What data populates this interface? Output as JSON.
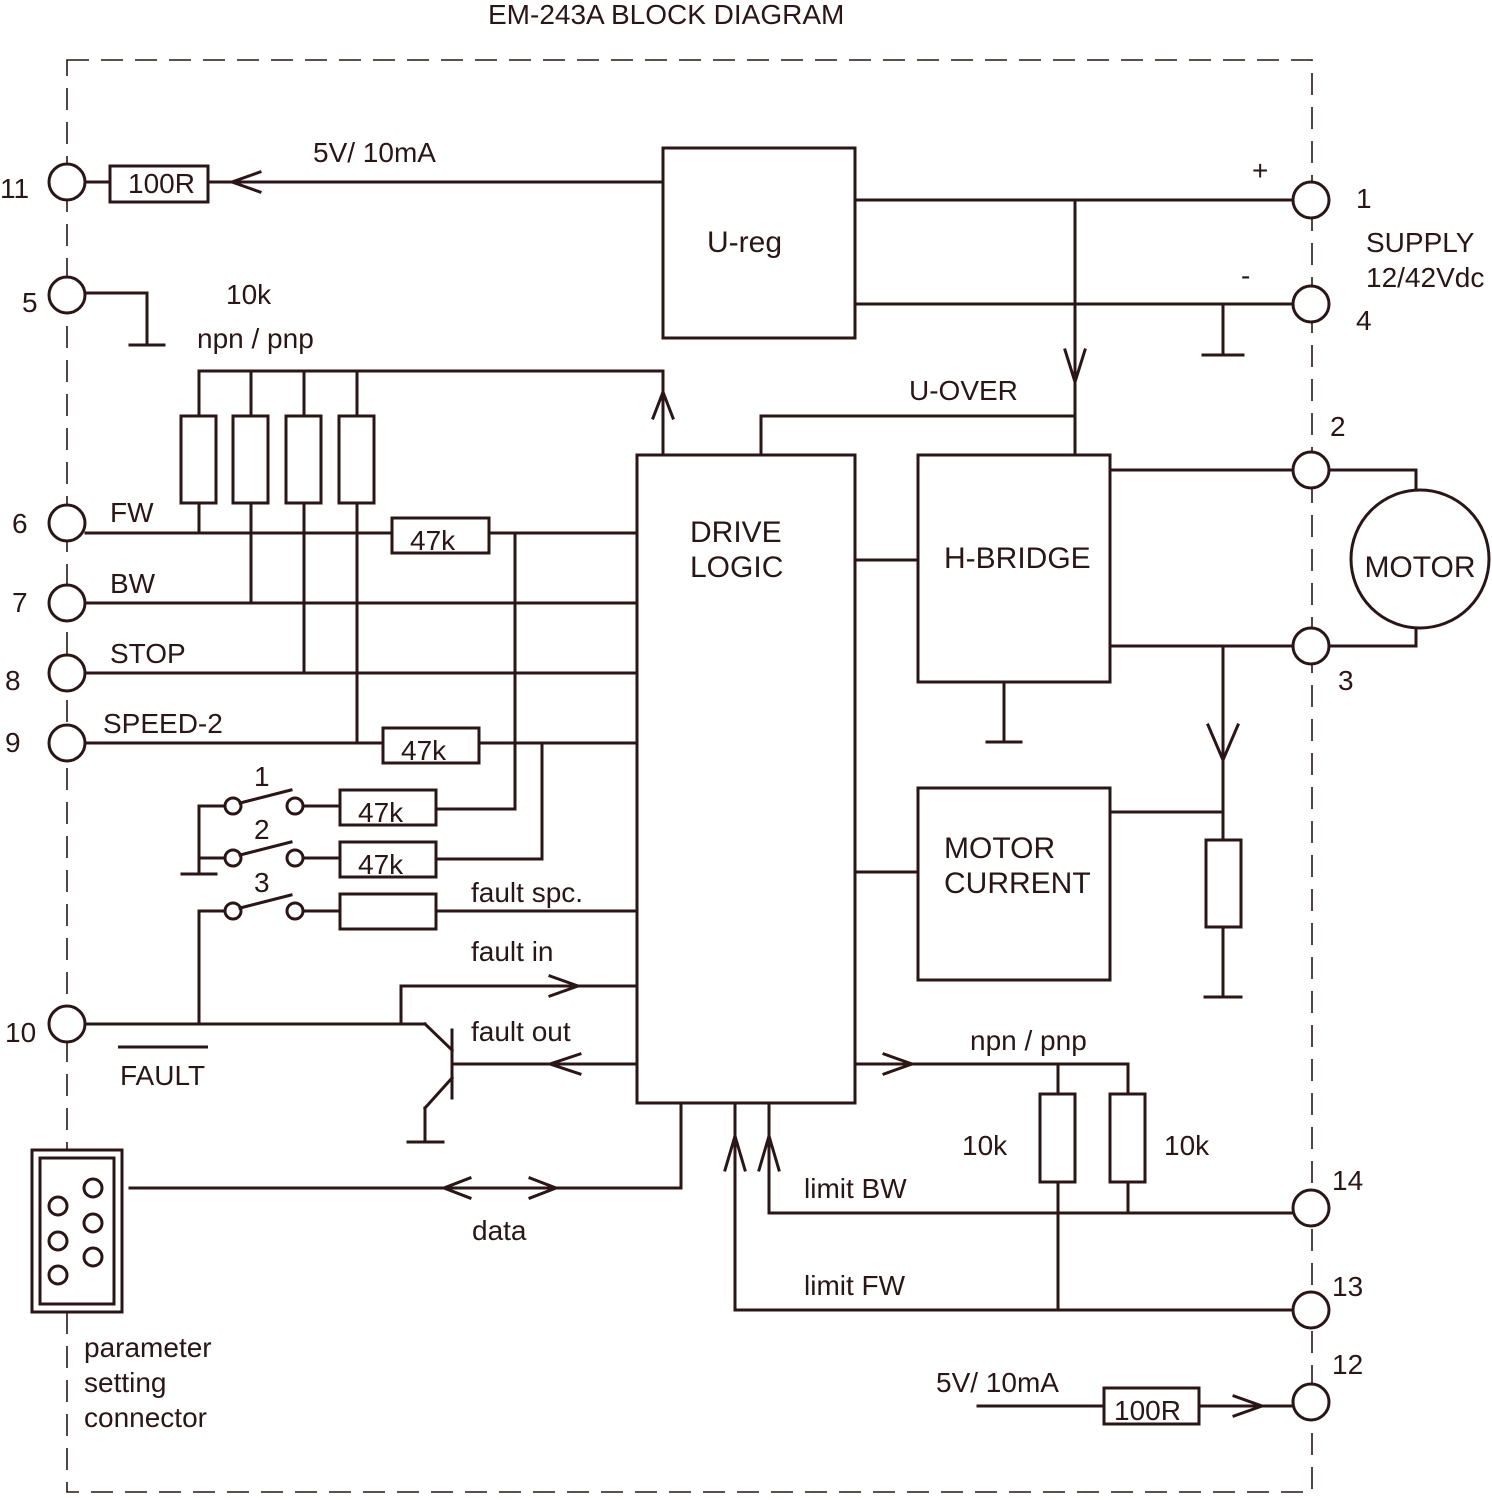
{
  "title": "EM-243A BLOCK DIAGRAM",
  "blocks": {
    "ureg": "U-reg",
    "drive_logic": [
      "DRIVE",
      "LOGIC"
    ],
    "hbridge": "H-BRIDGE",
    "motor_current": [
      "MOTOR",
      "CURRENT"
    ],
    "motor": "MOTOR"
  },
  "supply": {
    "label": [
      "SUPPLY",
      "12/42Vdc"
    ],
    "plus": "+",
    "minus": "-"
  },
  "terminals": [
    "11",
    "5",
    "6",
    "7",
    "8",
    "9",
    "10",
    "1",
    "4",
    "2",
    "3",
    "14",
    "13",
    "12"
  ],
  "signals": {
    "fw": "FW",
    "bw": "BW",
    "stop": "STOP",
    "speed2": "SPEED-2",
    "fault": "FAULT",
    "fault_spc": "fault spc.",
    "fault_in": "fault in",
    "fault_out": "fault out",
    "data": "data",
    "limit_bw": "limit BW",
    "limit_fw": "limit FW",
    "u_over": "U-OVER"
  },
  "components": {
    "r_100r_top": "100R",
    "r_100r_bottom": "100R",
    "supply_5v_top": "5V/ 10mA",
    "supply_5v_bottom": "5V/ 10mA",
    "pull_top_value": "10k",
    "pull_top_type": "npn / pnp",
    "r_47k": [
      "47k",
      "47k",
      "47k",
      "47k"
    ],
    "switch_numbers": [
      "1",
      "2",
      "3"
    ],
    "pull_bottom_type": "npn / pnp",
    "pull_bottom_values": [
      "10k",
      "10k"
    ]
  },
  "connector_label": [
    "parameter",
    "setting",
    "connector"
  ]
}
